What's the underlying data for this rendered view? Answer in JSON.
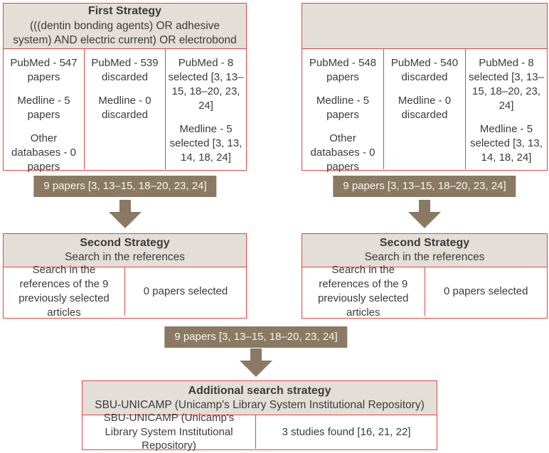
{
  "colors": {
    "red": "#e9423f",
    "hdr_bg": "#e3dfd8",
    "brown": "#8a7a63",
    "ink": "#3b3b3b",
    "banner_ink": "#faf6ef"
  },
  "left": {
    "first": {
      "title": "First Strategy",
      "query": "(((dentin bonding agents) OR adhesive system) AND electric current) OR electrobond",
      "sources": [
        "PubMed - 547 papers",
        "Medline - 5 papers",
        "Other databases - 0 papers"
      ],
      "discarded": [
        "PubMed - 539 discarded",
        "Medline - 0 discarded"
      ],
      "selected": [
        "PubMed - 8 selected [3, 13–15, 18–20, 23, 24]",
        "Medline - 5 selected [3, 13, 14, 18, 24]"
      ]
    },
    "banner": "9 papers [3, 13–15, 18–20, 23, 24]",
    "second": {
      "title": "Second Strategy",
      "subtitle": "Search in the references",
      "left_cell": "Search in the references of the 9 previously selected articles",
      "right_cell": "0 papers selected"
    }
  },
  "right": {
    "first": {
      "sources": [
        "PubMed - 548 papers",
        "Medline - 5 papers",
        "Other databases - 0 papers"
      ],
      "discarded": [
        "PubMed - 540 discarded",
        "Medline - 0 discarded"
      ],
      "selected": [
        "PubMed - 8 selected [3, 13–15, 18–20, 23, 24]",
        "Medline - 5 selected [3, 13, 14, 18, 24]"
      ]
    },
    "banner": "9 papers [3, 13–15, 18–20, 23, 24]",
    "second": {
      "title": "Second Strategy",
      "subtitle": "Search in the references",
      "left_cell": "Search in the references of the 9 previously selected articles",
      "right_cell": "0 papers selected"
    }
  },
  "center": {
    "banner": "9 papers [3, 13–15, 18–20, 23, 24]",
    "additional": {
      "title": "Additional search strategy",
      "subtitle": "SBU-UNICAMP (Unicamp's Library System Institutional Repository)",
      "left_cell": "SBU-UNICAMP (Unicamp's Library System Institutional Repository)",
      "right_cell": "3 studies found [16, 21, 22]"
    }
  }
}
